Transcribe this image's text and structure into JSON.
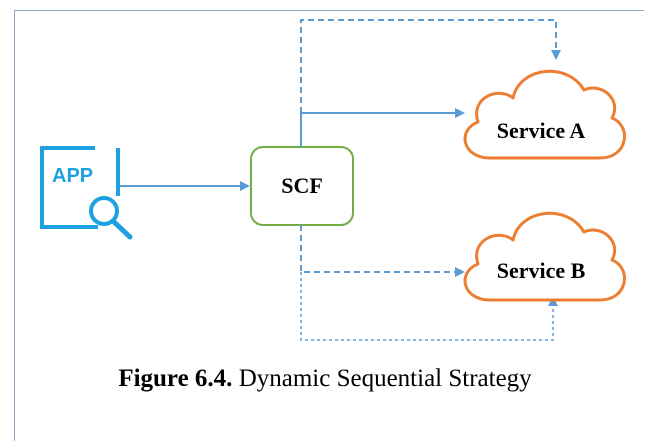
{
  "diagram": {
    "app_label": "APP",
    "scf_label": "SCF",
    "service_a_label": "Service A",
    "service_b_label": "Service B"
  },
  "caption": {
    "number": "Figure 6.4.",
    "text": " Dynamic Sequential Strategy"
  },
  "colors": {
    "arrow": "#5b9bd5",
    "scf_border": "#70ad47",
    "cloud": "#ed7d31",
    "app_icon": "#1da1e0"
  },
  "icons": [
    "app-search-icon",
    "cloud-icon"
  ]
}
